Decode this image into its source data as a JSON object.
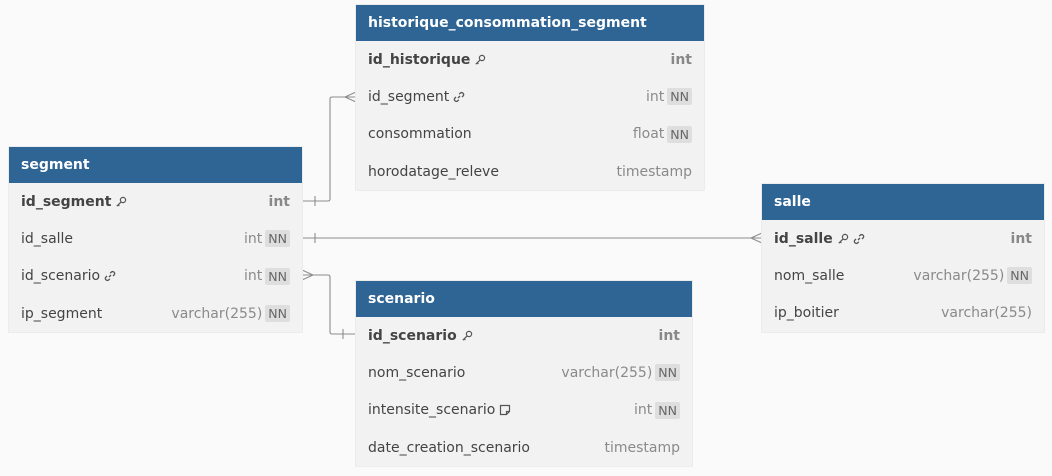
{
  "tables": {
    "historique": {
      "name": "historique_consommation_segment",
      "fields": [
        {
          "name": "id_historique",
          "type": "int",
          "pk": true,
          "nn": false,
          "icons": [
            "key-icon"
          ]
        },
        {
          "name": "id_segment",
          "type": "int",
          "pk": false,
          "nn": true,
          "nn_label": "NN",
          "icons": [
            "link-icon"
          ]
        },
        {
          "name": "consommation",
          "type": "float",
          "pk": false,
          "nn": true,
          "nn_label": "NN",
          "icons": []
        },
        {
          "name": "horodatage_releve",
          "type": "timestamp",
          "pk": false,
          "nn": false,
          "icons": []
        }
      ]
    },
    "segment": {
      "name": "segment",
      "fields": [
        {
          "name": "id_segment",
          "type": "int",
          "pk": true,
          "nn": false,
          "icons": [
            "key-icon"
          ]
        },
        {
          "name": "id_salle",
          "type": "int",
          "pk": false,
          "nn": true,
          "nn_label": "NN",
          "icons": []
        },
        {
          "name": "id_scenario",
          "type": "int",
          "pk": false,
          "nn": true,
          "nn_label": "NN",
          "icons": [
            "link-icon"
          ]
        },
        {
          "name": "ip_segment",
          "type": "varchar(255)",
          "pk": false,
          "nn": true,
          "nn_label": "NN",
          "icons": []
        }
      ]
    },
    "salle": {
      "name": "salle",
      "fields": [
        {
          "name": "id_salle",
          "type": "int",
          "pk": true,
          "nn": false,
          "icons": [
            "key-icon",
            "link-icon"
          ]
        },
        {
          "name": "nom_salle",
          "type": "varchar(255)",
          "pk": false,
          "nn": true,
          "nn_label": "NN",
          "icons": []
        },
        {
          "name": "ip_boitier",
          "type": "varchar(255)",
          "pk": false,
          "nn": false,
          "icons": []
        }
      ]
    },
    "scenario": {
      "name": "scenario",
      "fields": [
        {
          "name": "id_scenario",
          "type": "int",
          "pk": true,
          "nn": false,
          "icons": [
            "key-icon"
          ]
        },
        {
          "name": "nom_scenario",
          "type": "varchar(255)",
          "pk": false,
          "nn": true,
          "nn_label": "NN",
          "icons": []
        },
        {
          "name": "intensite_scenario",
          "type": "int",
          "pk": false,
          "nn": true,
          "nn_label": "NN",
          "icons": [
            "note-icon"
          ]
        },
        {
          "name": "date_creation_scenario",
          "type": "timestamp",
          "pk": false,
          "nn": false,
          "icons": []
        }
      ]
    }
  },
  "relationships": [
    {
      "from": "segment.id_segment",
      "from_card": "one",
      "to": "historique.id_segment",
      "to_card": "many"
    },
    {
      "from": "segment.id_salle",
      "from_card": "one",
      "to": "salle.id_salle",
      "to_card": "many"
    },
    {
      "from": "segment.id_scenario",
      "from_card": "many",
      "to": "scenario.id_scenario",
      "to_card": "one"
    }
  ],
  "colors": {
    "header": "#2e6594",
    "body": "#f2f2f2",
    "line": "#8c8c8c",
    "background": "#fafafa"
  }
}
